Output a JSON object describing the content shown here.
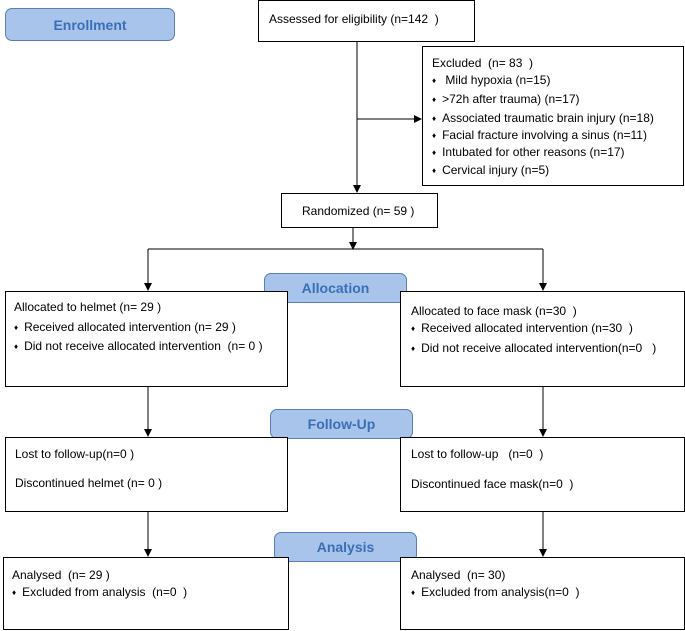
{
  "stages": {
    "enrollment": "Enrollment",
    "allocation": "Allocation",
    "follow_up": "Follow-Up",
    "analysis": "Analysis"
  },
  "assessed": "Assessed for eligibility (n=142  )",
  "excluded": {
    "title": "Excluded  (n= 83  )",
    "items": [
      " Mild hypoxia (n=15)",
      ">72h after trauma) (n=17)",
      "Associated traumatic brain injury (n=18)",
      "Facial fracture involving a sinus (n=11)",
      "Intubated for other reasons (n=17)",
      "Cervical injury (n=5)"
    ]
  },
  "randomized": "Randomized (n= 59 )",
  "allocation": {
    "left": {
      "title": "Allocated to helmet (n= 29 )",
      "items": [
        "Received allocated intervention (n= 29 )",
        "Did not receive allocated intervention  (n= 0 )"
      ]
    },
    "right": {
      "title": "Allocated to face mask (n=30  )",
      "items": [
        "Received allocated intervention (n=30  )",
        "Did not receive allocated intervention(n=0   )"
      ]
    }
  },
  "follow_up": {
    "left": {
      "lost": "Lost to follow-up(n=0 )",
      "discontinued": "Discontinued helmet (n= 0 )"
    },
    "right": {
      "lost": "Lost to follow-up   (n=0  )",
      "discontinued": "Discontinued face mask(n=0  )"
    }
  },
  "analysis": {
    "left": {
      "title": "Analysed  (n= 29 )",
      "items": [
        "Excluded from analysis  (n=0  )"
      ]
    },
    "right": {
      "title": "Analysed  (n= 30)",
      "items": [
        "Excluded from analysis(n=0  )"
      ]
    }
  },
  "bullet": "♦"
}
